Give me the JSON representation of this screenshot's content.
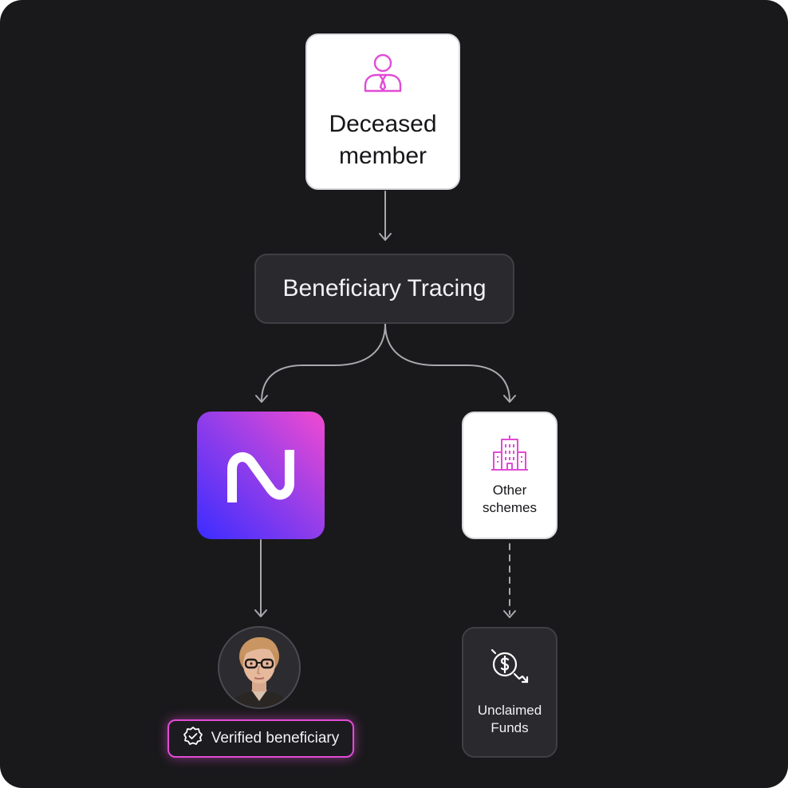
{
  "nodes": {
    "deceased": {
      "label_line1": "Deceased",
      "label_line2": "member",
      "icon": "person-tie-icon"
    },
    "tracing": {
      "label": "Beneficiary Tracing"
    },
    "brand": {
      "icon": "n-logo-icon"
    },
    "other_schemes": {
      "label_line1": "Other",
      "label_line2": "schemes",
      "icon": "building-icon"
    },
    "unclaimed": {
      "label_line1": "Unclaimed",
      "label_line2": "Funds",
      "icon": "dollar-decline-icon"
    },
    "beneficiary": {
      "avatar": "beneficiary-avatar",
      "badge_label": "Verified beneficiary",
      "badge_icon": "verified-badge-icon"
    }
  },
  "colors": {
    "background": "#19191b",
    "accent_pink": "#e24bd6",
    "gradient_start": "#3b2cff",
    "gradient_end": "#f24ad0"
  }
}
